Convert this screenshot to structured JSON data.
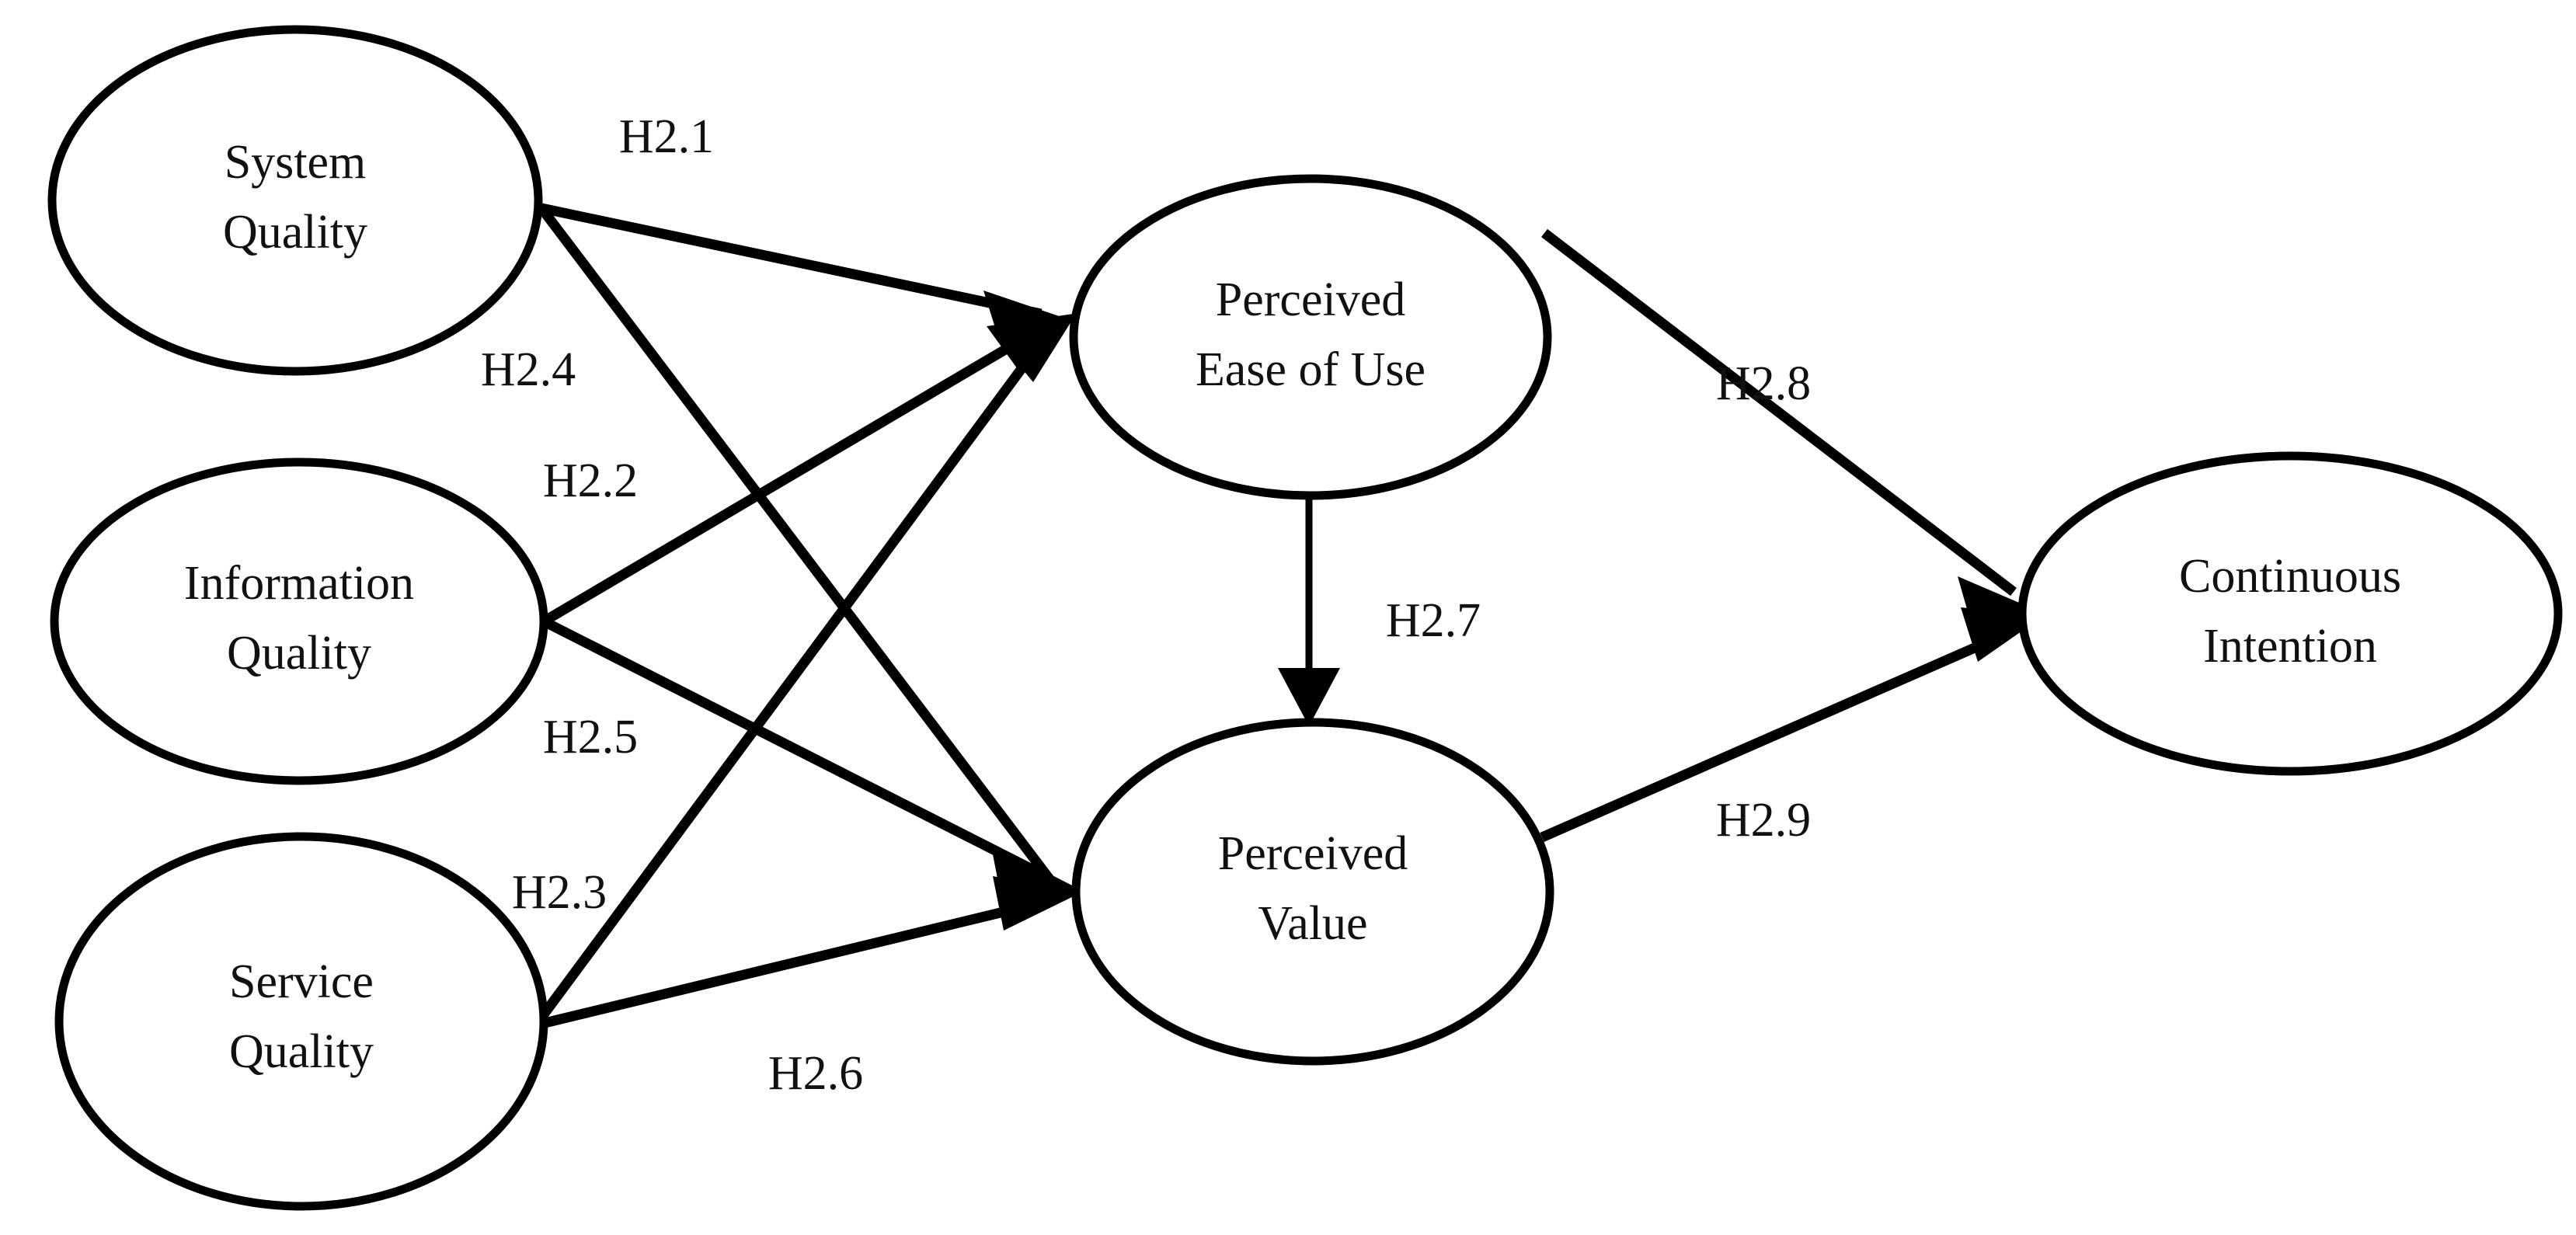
{
  "diagram": {
    "type": "structural-equation-path-model",
    "background_color": "#ffffff",
    "line_color": "#000000",
    "text_color": "#111111",
    "nodes": [
      {
        "id": "system_quality",
        "line1": "System",
        "line2": "Quality"
      },
      {
        "id": "information_quality",
        "line1": "Information",
        "line2": "Quality"
      },
      {
        "id": "service_quality",
        "line1": "Service",
        "line2": "Quality"
      },
      {
        "id": "perceived_ease_of_use",
        "line1": "Perceived",
        "line2": "Ease of Use"
      },
      {
        "id": "perceived_value",
        "line1": "Perceived",
        "line2": "Value"
      },
      {
        "id": "continuous_intention",
        "line1": "Continuous",
        "line2": "Intention"
      }
    ],
    "edges": [
      {
        "id": "h2_1",
        "label": "H2.1",
        "from": "system_quality",
        "to": "perceived_ease_of_use"
      },
      {
        "id": "h2_2",
        "label": "H2.2",
        "from": "information_quality",
        "to": "perceived_ease_of_use"
      },
      {
        "id": "h2_3",
        "label": "H2.3",
        "from": "service_quality",
        "to": "perceived_ease_of_use"
      },
      {
        "id": "h2_4",
        "label": "H2.4",
        "from": "system_quality",
        "to": "perceived_value"
      },
      {
        "id": "h2_5",
        "label": "H2.5",
        "from": "information_quality",
        "to": "perceived_value"
      },
      {
        "id": "h2_6",
        "label": "H2.6",
        "from": "service_quality",
        "to": "perceived_value"
      },
      {
        "id": "h2_7",
        "label": "H2.7",
        "from": "perceived_ease_of_use",
        "to": "perceived_value"
      },
      {
        "id": "h2_8",
        "label": "H2.8",
        "from": "perceived_ease_of_use",
        "to": "continuous_intention"
      },
      {
        "id": "h2_9",
        "label": "H2.9",
        "from": "perceived_value",
        "to": "continuous_intention"
      }
    ]
  }
}
